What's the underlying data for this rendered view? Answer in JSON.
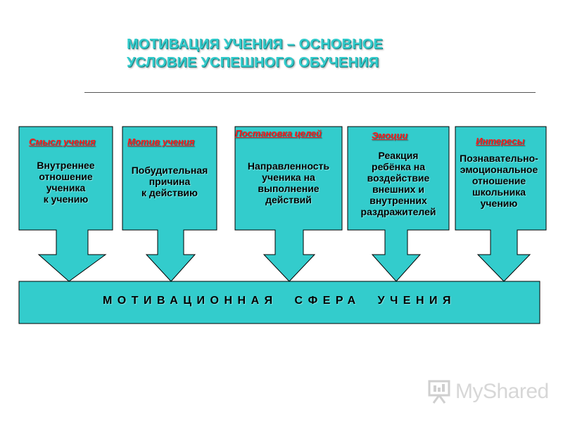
{
  "title": {
    "line1": "МОТИВАЦИЯ УЧЕНИЯ – ОСНОВНОЕ",
    "line2": "УСЛОВИЕ УСПЕШНОГО ОБУЧЕНИЯ"
  },
  "boxes": [
    {
      "label": "Смысл учения",
      "lines": [
        "Внутреннее",
        "отношение",
        "ученика",
        "к учению"
      ]
    },
    {
      "label": "Мотив учения",
      "lines": [
        "Побудительная",
        "причина",
        "к действию"
      ]
    },
    {
      "label": "Постановка целей",
      "lines": [
        "Направленность",
        "ученика на",
        "выполнение",
        "действий"
      ]
    },
    {
      "label": "Эмоции",
      "lines": [
        "Реакция",
        "ребёнка на",
        "воздействие",
        "внешних и",
        "внутренних",
        "раздражителей"
      ]
    },
    {
      "label": "Интересы",
      "lines": [
        "Познавательно-",
        "эмоциональное",
        "отношение",
        "школьника",
        "учению"
      ]
    }
  ],
  "sphere": {
    "label": "МОТИВАЦИОННАЯ  СФЕРА  УЧЕНИЯ"
  },
  "logo": {
    "text": "MyShared",
    "icon": "presentation-board-icon"
  },
  "colors": {
    "fill": "#33cccc",
    "stroke": "#000000",
    "title": "#33cccc",
    "label": "#ff1a1a"
  }
}
